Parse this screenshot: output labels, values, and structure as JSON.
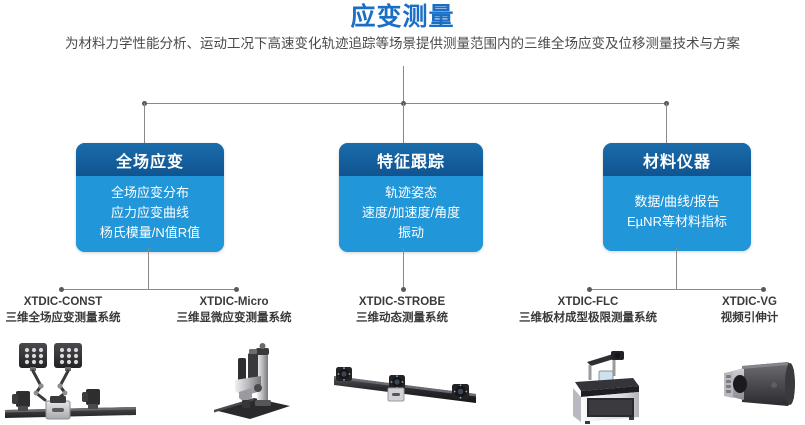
{
  "header": {
    "title": "应变测量",
    "title_color": "#1a6fc4",
    "subtitle": "为材料力学性能分析、运动工况下高速变化轨迹追踪等场景提供测量范围内的三维全场应变及位移测量技术与方案"
  },
  "theme": {
    "header_blue": "#0f5490",
    "body_blue": "#2196d8",
    "connector_gray": "#8a8a8a",
    "text_dark": "#3a3a3a"
  },
  "cards": [
    {
      "title": "全场应变",
      "lines": [
        "全场应变分布",
        "应力应变曲线",
        "杨氏模量/N值R值"
      ]
    },
    {
      "title": "特征跟踪",
      "lines": [
        "轨迹姿态",
        "速度/加速度/角度",
        "振动"
      ]
    },
    {
      "title": "材料仪器",
      "lines": [
        "数据/曲线/报告",
        "EµNR等材料指标"
      ]
    }
  ],
  "products": [
    {
      "code": "XTDIC-CONST",
      "desc": "三维全场应变测量系统",
      "image": "dual-camera-rail-rig-image"
    },
    {
      "code": "XTDIC-Micro",
      "desc": "三维显微应变测量系统",
      "image": "microscope-stand-image"
    },
    {
      "code": "XTDIC-STROBE",
      "desc": "三维动态测量系统",
      "image": "multi-camera-bar-image"
    },
    {
      "code": "XTDIC-FLC",
      "desc": "三维板材成型极限测量系统",
      "image": "cabinet-measuring-machine-image"
    },
    {
      "code": "XTDIC-VG",
      "desc": "视频引伸计",
      "image": "video-extensometer-camera-image"
    }
  ]
}
